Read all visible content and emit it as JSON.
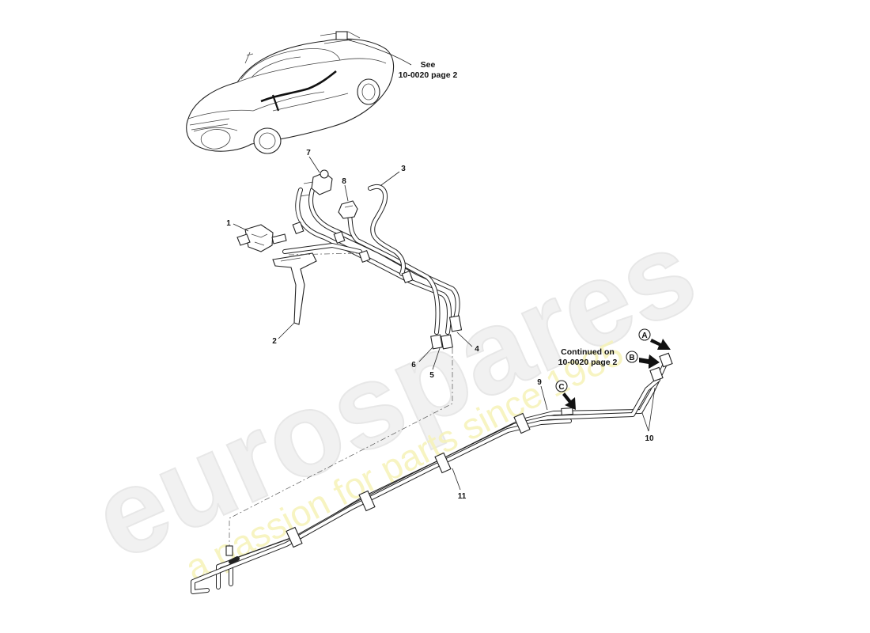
{
  "watermark": {
    "brand": "eurospares",
    "tagline": "a passion for parts since 1985"
  },
  "notes": {
    "see_line1": "See",
    "see_line2": "10-0020 page 2",
    "continued_line1": "Continued on",
    "continued_line2": "10-0020 page 2"
  },
  "callouts": [
    "1",
    "2",
    "3",
    "4",
    "5",
    "6",
    "7",
    "8",
    "9",
    "10",
    "11"
  ],
  "connectors": [
    "A",
    "B",
    "C"
  ]
}
